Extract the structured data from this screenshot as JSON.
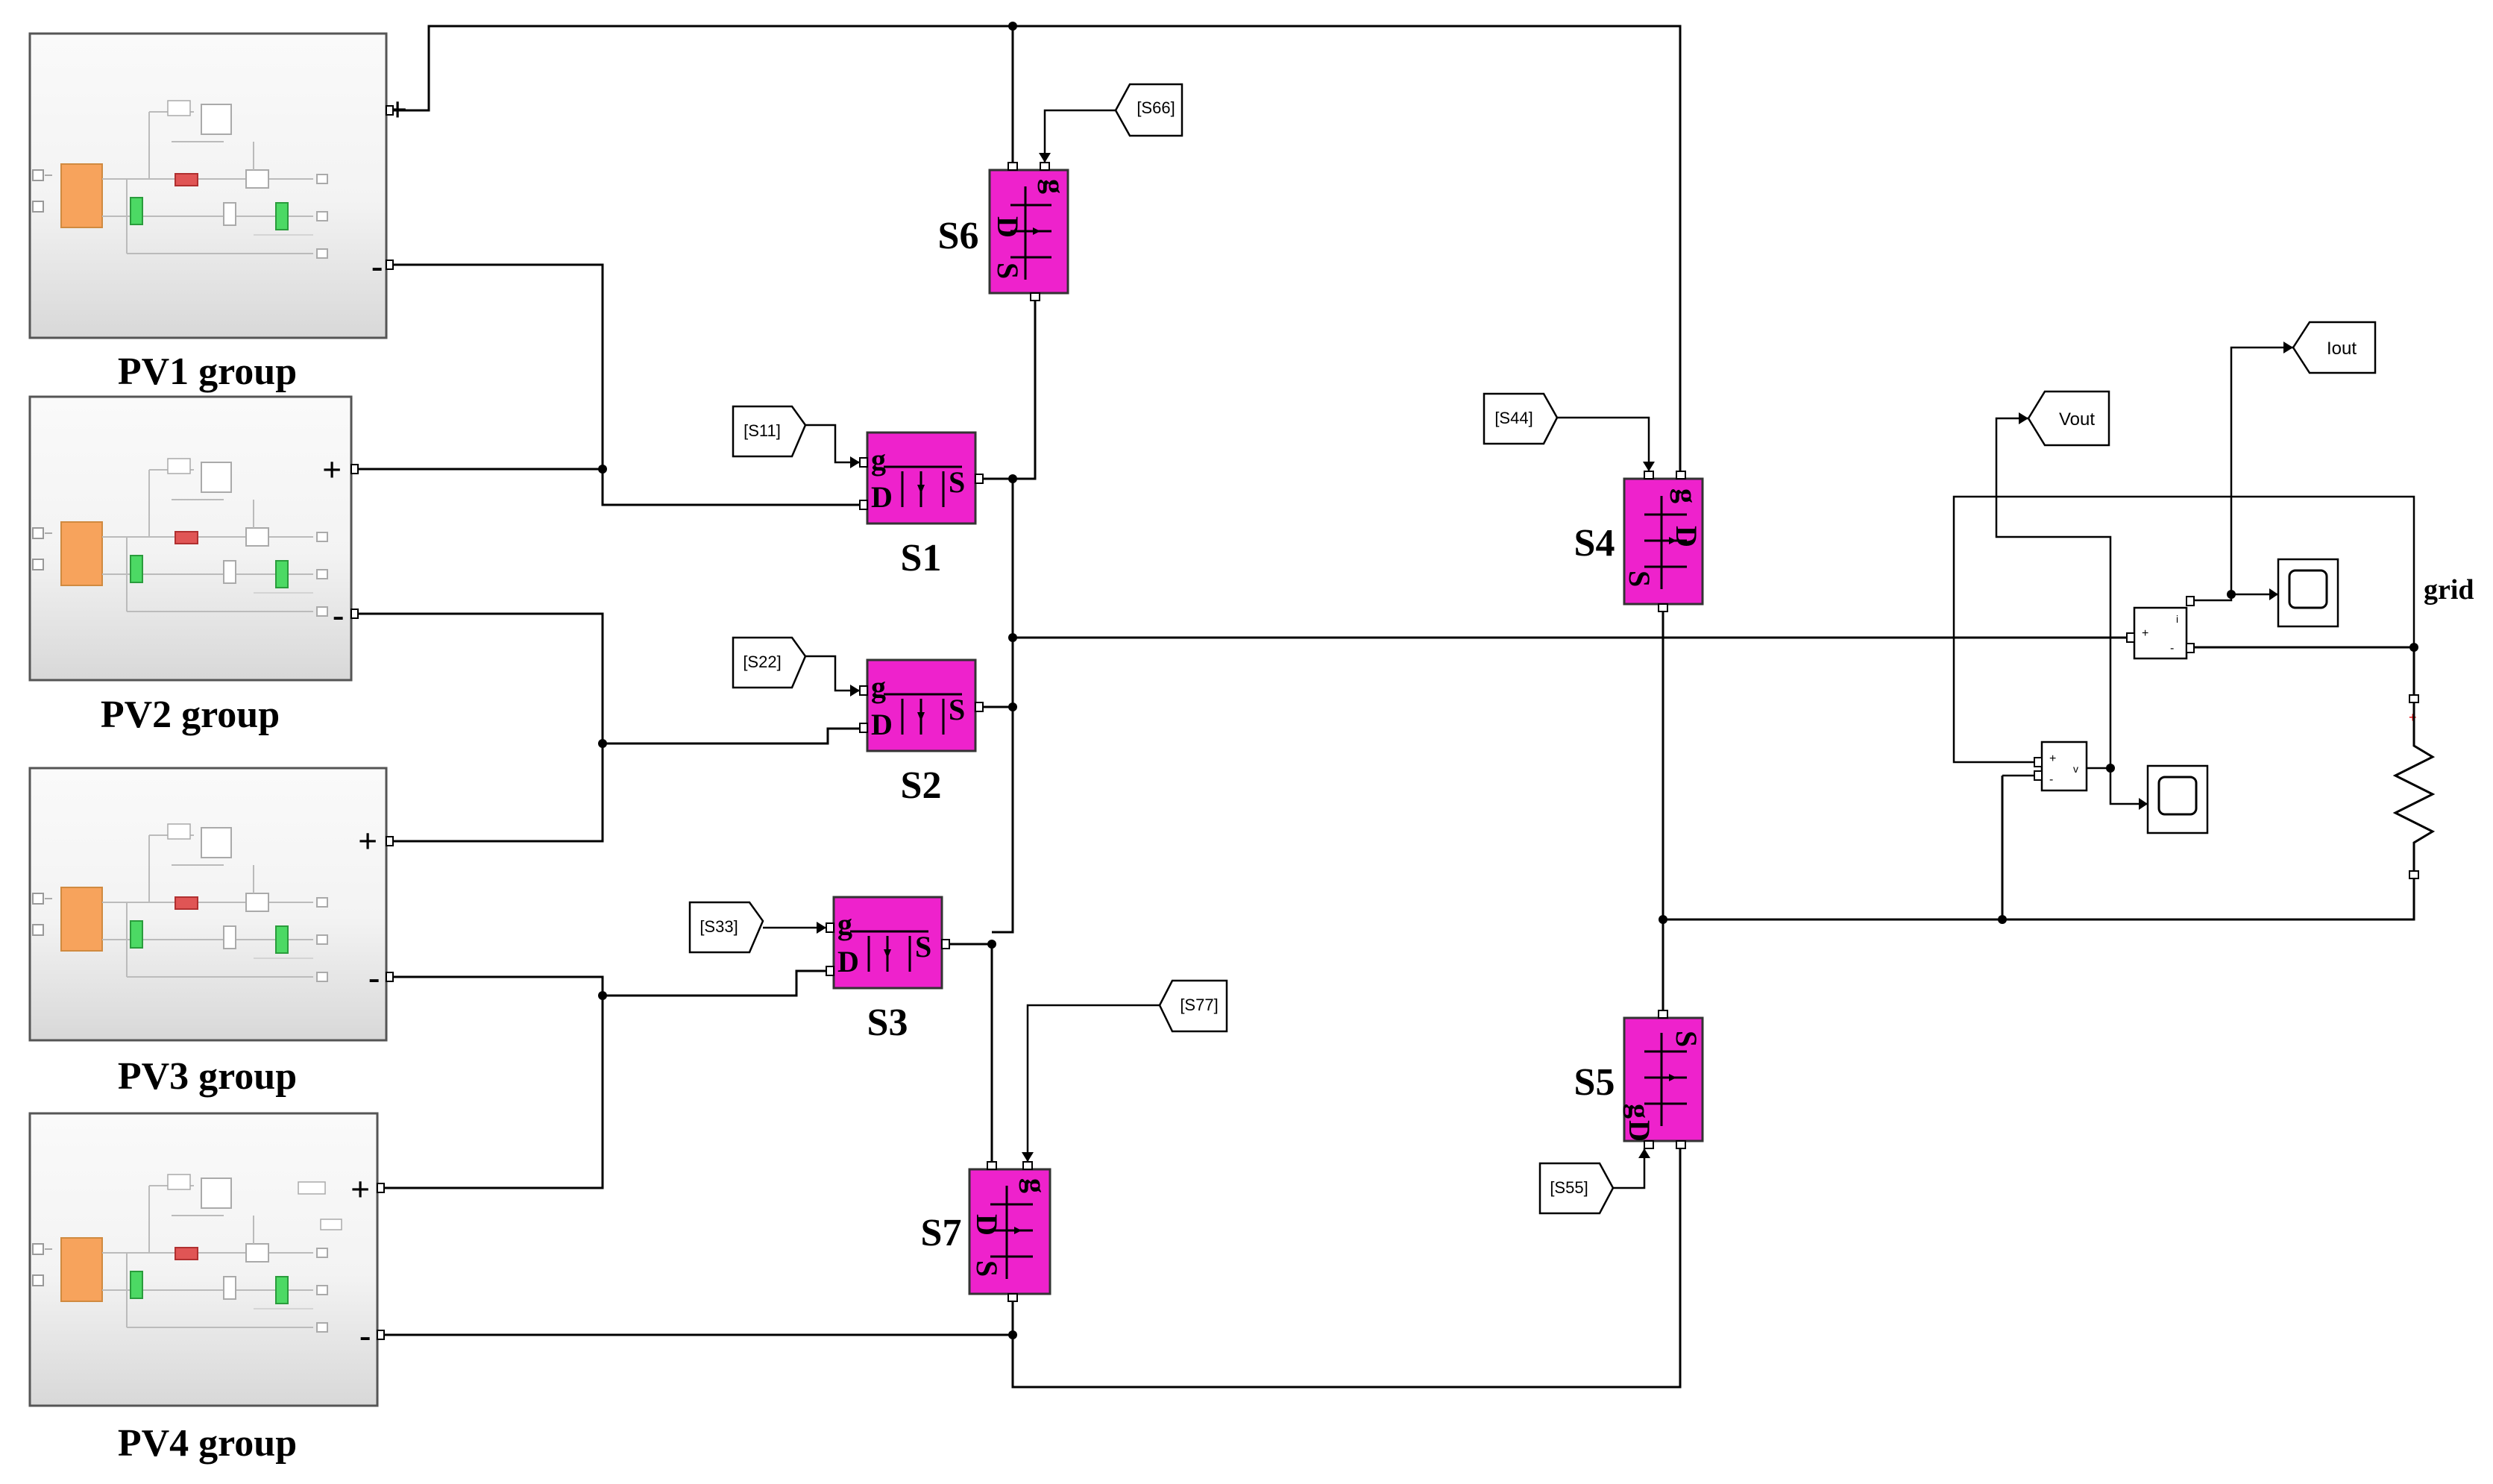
{
  "pv_groups": [
    {
      "label": "PV1 group",
      "plus": "+",
      "minus": "-"
    },
    {
      "label": "PV2 group",
      "plus": "+",
      "minus": "-"
    },
    {
      "label": "PV3 group",
      "plus": "+",
      "minus": "-"
    },
    {
      "label": "PV4 group",
      "plus": "+",
      "minus": "-"
    }
  ],
  "switches": [
    {
      "name": "S1",
      "gate_tag": "[S11]",
      "pins": [
        "g",
        "D",
        "S"
      ]
    },
    {
      "name": "S2",
      "gate_tag": "[S22]",
      "pins": [
        "g",
        "D",
        "S"
      ]
    },
    {
      "name": "S3",
      "gate_tag": "[S33]",
      "pins": [
        "g",
        "D",
        "S"
      ]
    },
    {
      "name": "S4",
      "gate_tag": "[S44]",
      "pins": [
        "g",
        "D",
        "S"
      ]
    },
    {
      "name": "S5",
      "gate_tag": "[S55]",
      "pins": [
        "g",
        "D",
        "S"
      ]
    },
    {
      "name": "S6",
      "gate_tag": "[S66]",
      "pins": [
        "g",
        "D",
        "S"
      ]
    },
    {
      "name": "S7",
      "gate_tag": "[S77]",
      "pins": [
        "g",
        "D",
        "S"
      ]
    }
  ],
  "outputs": {
    "vout_tag": "Vout",
    "iout_tag": "Iout",
    "grid_label": "grid",
    "current_sensor": {
      "plus": "+",
      "minus": "-",
      "out": "i"
    },
    "voltage_sensor": {
      "plus": "+",
      "minus": "-",
      "out": "v"
    }
  },
  "colors": {
    "mosfet_fill": "#ee22cc",
    "pv_box_top": "#f7f7f7",
    "pv_box_bottom": "#d9d9d9",
    "dc_source": "#f7a35c",
    "inductor_red": "#e05555",
    "cap_green": "#4cd964",
    "load_plus": "#e00000"
  }
}
